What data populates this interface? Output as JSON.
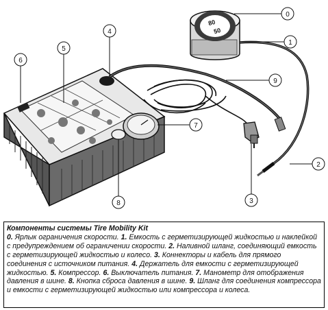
{
  "callouts": [
    {
      "num": "0",
      "target": "speed-limit-label"
    },
    {
      "num": "1",
      "target": "sealant-bottle"
    },
    {
      "num": "2",
      "target": "filler-hose"
    },
    {
      "num": "3",
      "target": "power-connector"
    },
    {
      "num": "4",
      "target": "bottle-holder"
    },
    {
      "num": "5",
      "target": "compressor"
    },
    {
      "num": "6",
      "target": "power-switch"
    },
    {
      "num": "7",
      "target": "pressure-gauge"
    },
    {
      "num": "8",
      "target": "pressure-release-button"
    },
    {
      "num": "9",
      "target": "connection-hose"
    }
  ],
  "bottle_label": {
    "speed1": "80",
    "speed2": "50"
  },
  "caption": {
    "title": "Компоненты системы Tire Mobility Kit",
    "items": [
      {
        "num": "0.",
        "text": " Ярлык ограничения скорости. "
      },
      {
        "num": "1.",
        "text": " Емкость с герметизирующей жидкостью и наклейкой с предупреждением об ограничении скорости. "
      },
      {
        "num": "2.",
        "text": " Наливной шланг, соединяющий емкость с герметизирующей жидкостью и колесо. "
      },
      {
        "num": "3.",
        "text": " Коннекторы и кабель для прямого соединения с источником питания. "
      },
      {
        "num": "4.",
        "text": " Держатель для емкости с герметизирующей жидкостью. "
      },
      {
        "num": "5.",
        "text": " Компрессор. "
      },
      {
        "num": "6.",
        "text": " Выключатель питания. "
      },
      {
        "num": "7.",
        "text": " Манометр для отображения давления в шине. "
      },
      {
        "num": "8.",
        "text": " Кнопка сброса давления в шине. "
      },
      {
        "num": "9.",
        "text": " Шланг для соединения компрессора и емкости с герметизирующей жидкостью или компрессора и колеса."
      }
    ]
  }
}
